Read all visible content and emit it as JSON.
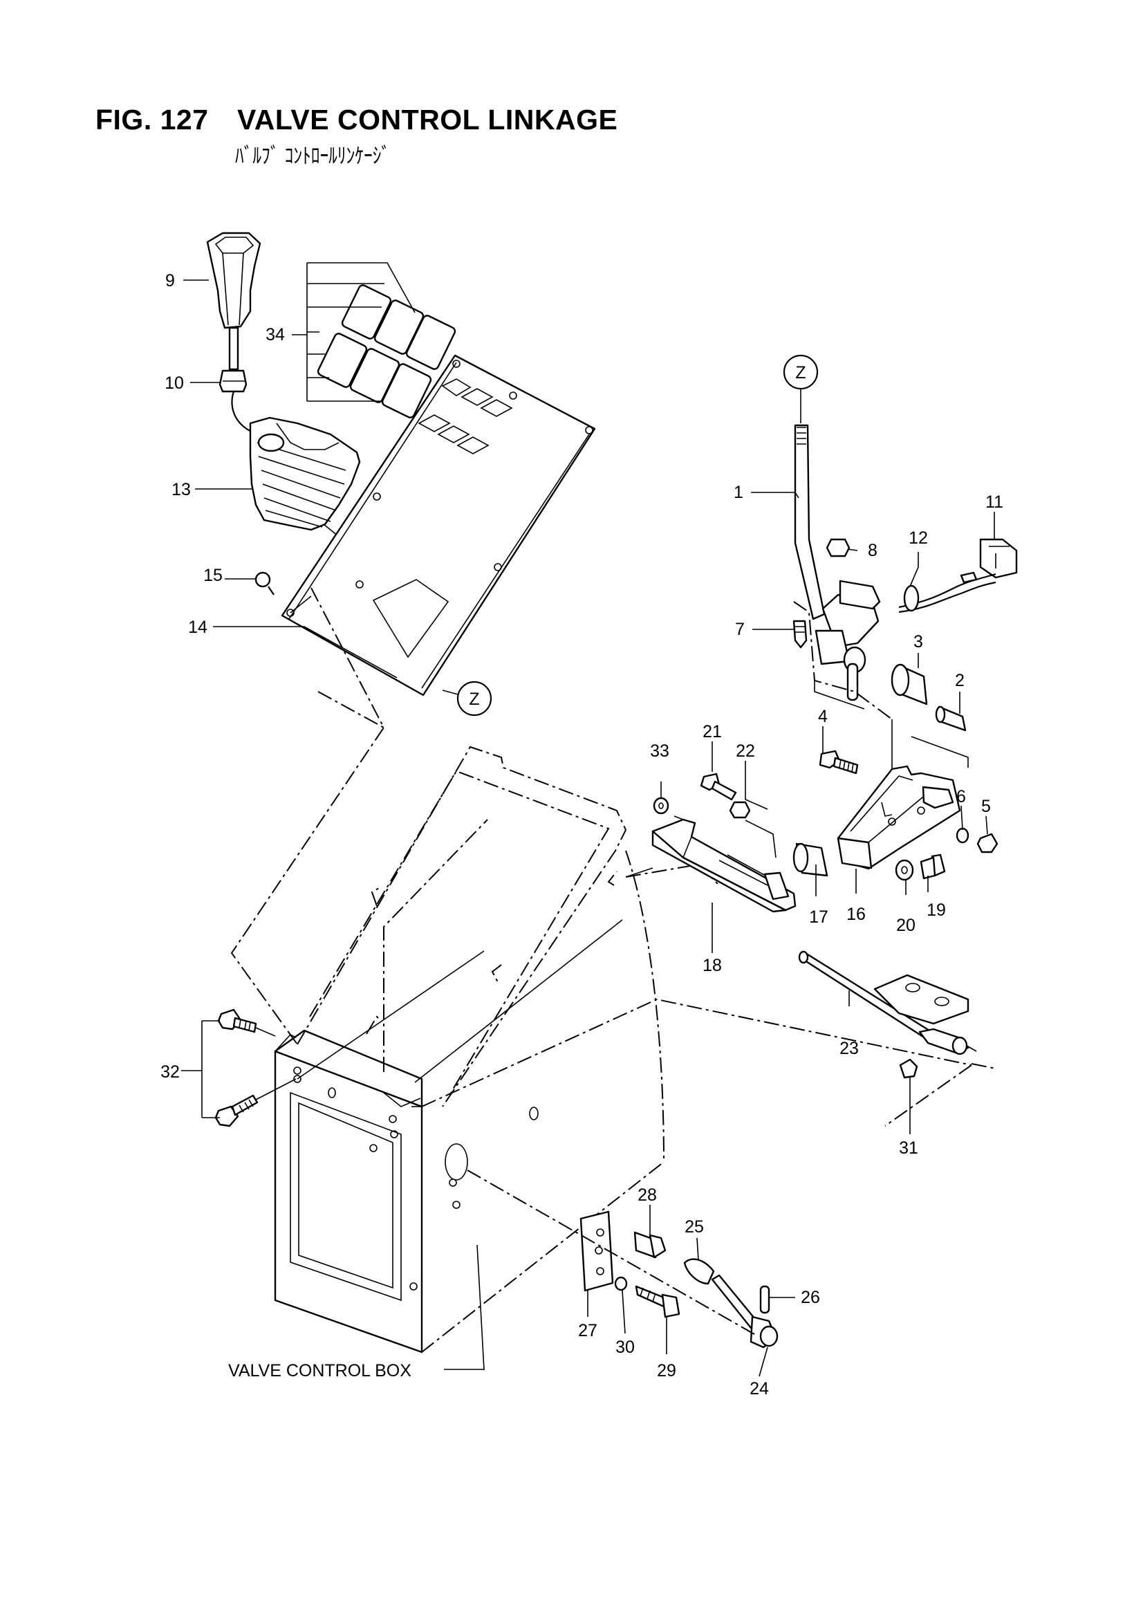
{
  "figure": {
    "number": "FIG. 127",
    "title": "VALVE CONTROL LINKAGE",
    "subtitle": "ﾊﾞﾙﾌﾞ ｺﾝﾄﾛｰﾙﾘﾝｹｰｼﾞ"
  },
  "reference_mark": "Z",
  "box_label": "VALVE CONTROL BOX",
  "callouts": [
    "1",
    "2",
    "3",
    "4",
    "5",
    "6",
    "7",
    "8",
    "9",
    "10",
    "11",
    "12",
    "13",
    "14",
    "15",
    "16",
    "17",
    "18",
    "19",
    "20",
    "21",
    "22",
    "23",
    "24",
    "25",
    "26",
    "27",
    "28",
    "29",
    "30",
    "31",
    "32",
    "33",
    "34"
  ]
}
